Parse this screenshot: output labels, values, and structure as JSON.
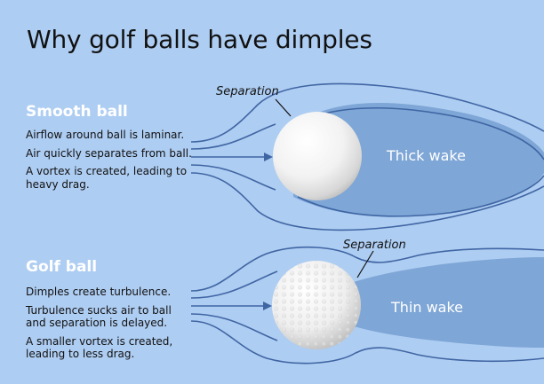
{
  "title": "Why golf balls have dimples",
  "smooth": {
    "heading": "Smooth ball",
    "lines": [
      "Airflow around ball is laminar.",
      "Air quickly separates from ball.",
      "A vortex is created, leading to heavy drag."
    ],
    "separation_label": "Separation",
    "wake_label": "Thick wake"
  },
  "golf": {
    "heading": "Golf ball",
    "lines": [
      "Dimples create turbulence.",
      "Turbulence sucks air to ball and separation is delayed.",
      "A smaller vortex is created, leading to less drag."
    ],
    "separation_label": "Separation",
    "wake_label": "Thin wake"
  },
  "colors": {
    "background": "#aecdf2",
    "wake": "#7ea6d6",
    "streamline": "#3f65a3",
    "text_white": "#ffffff"
  }
}
